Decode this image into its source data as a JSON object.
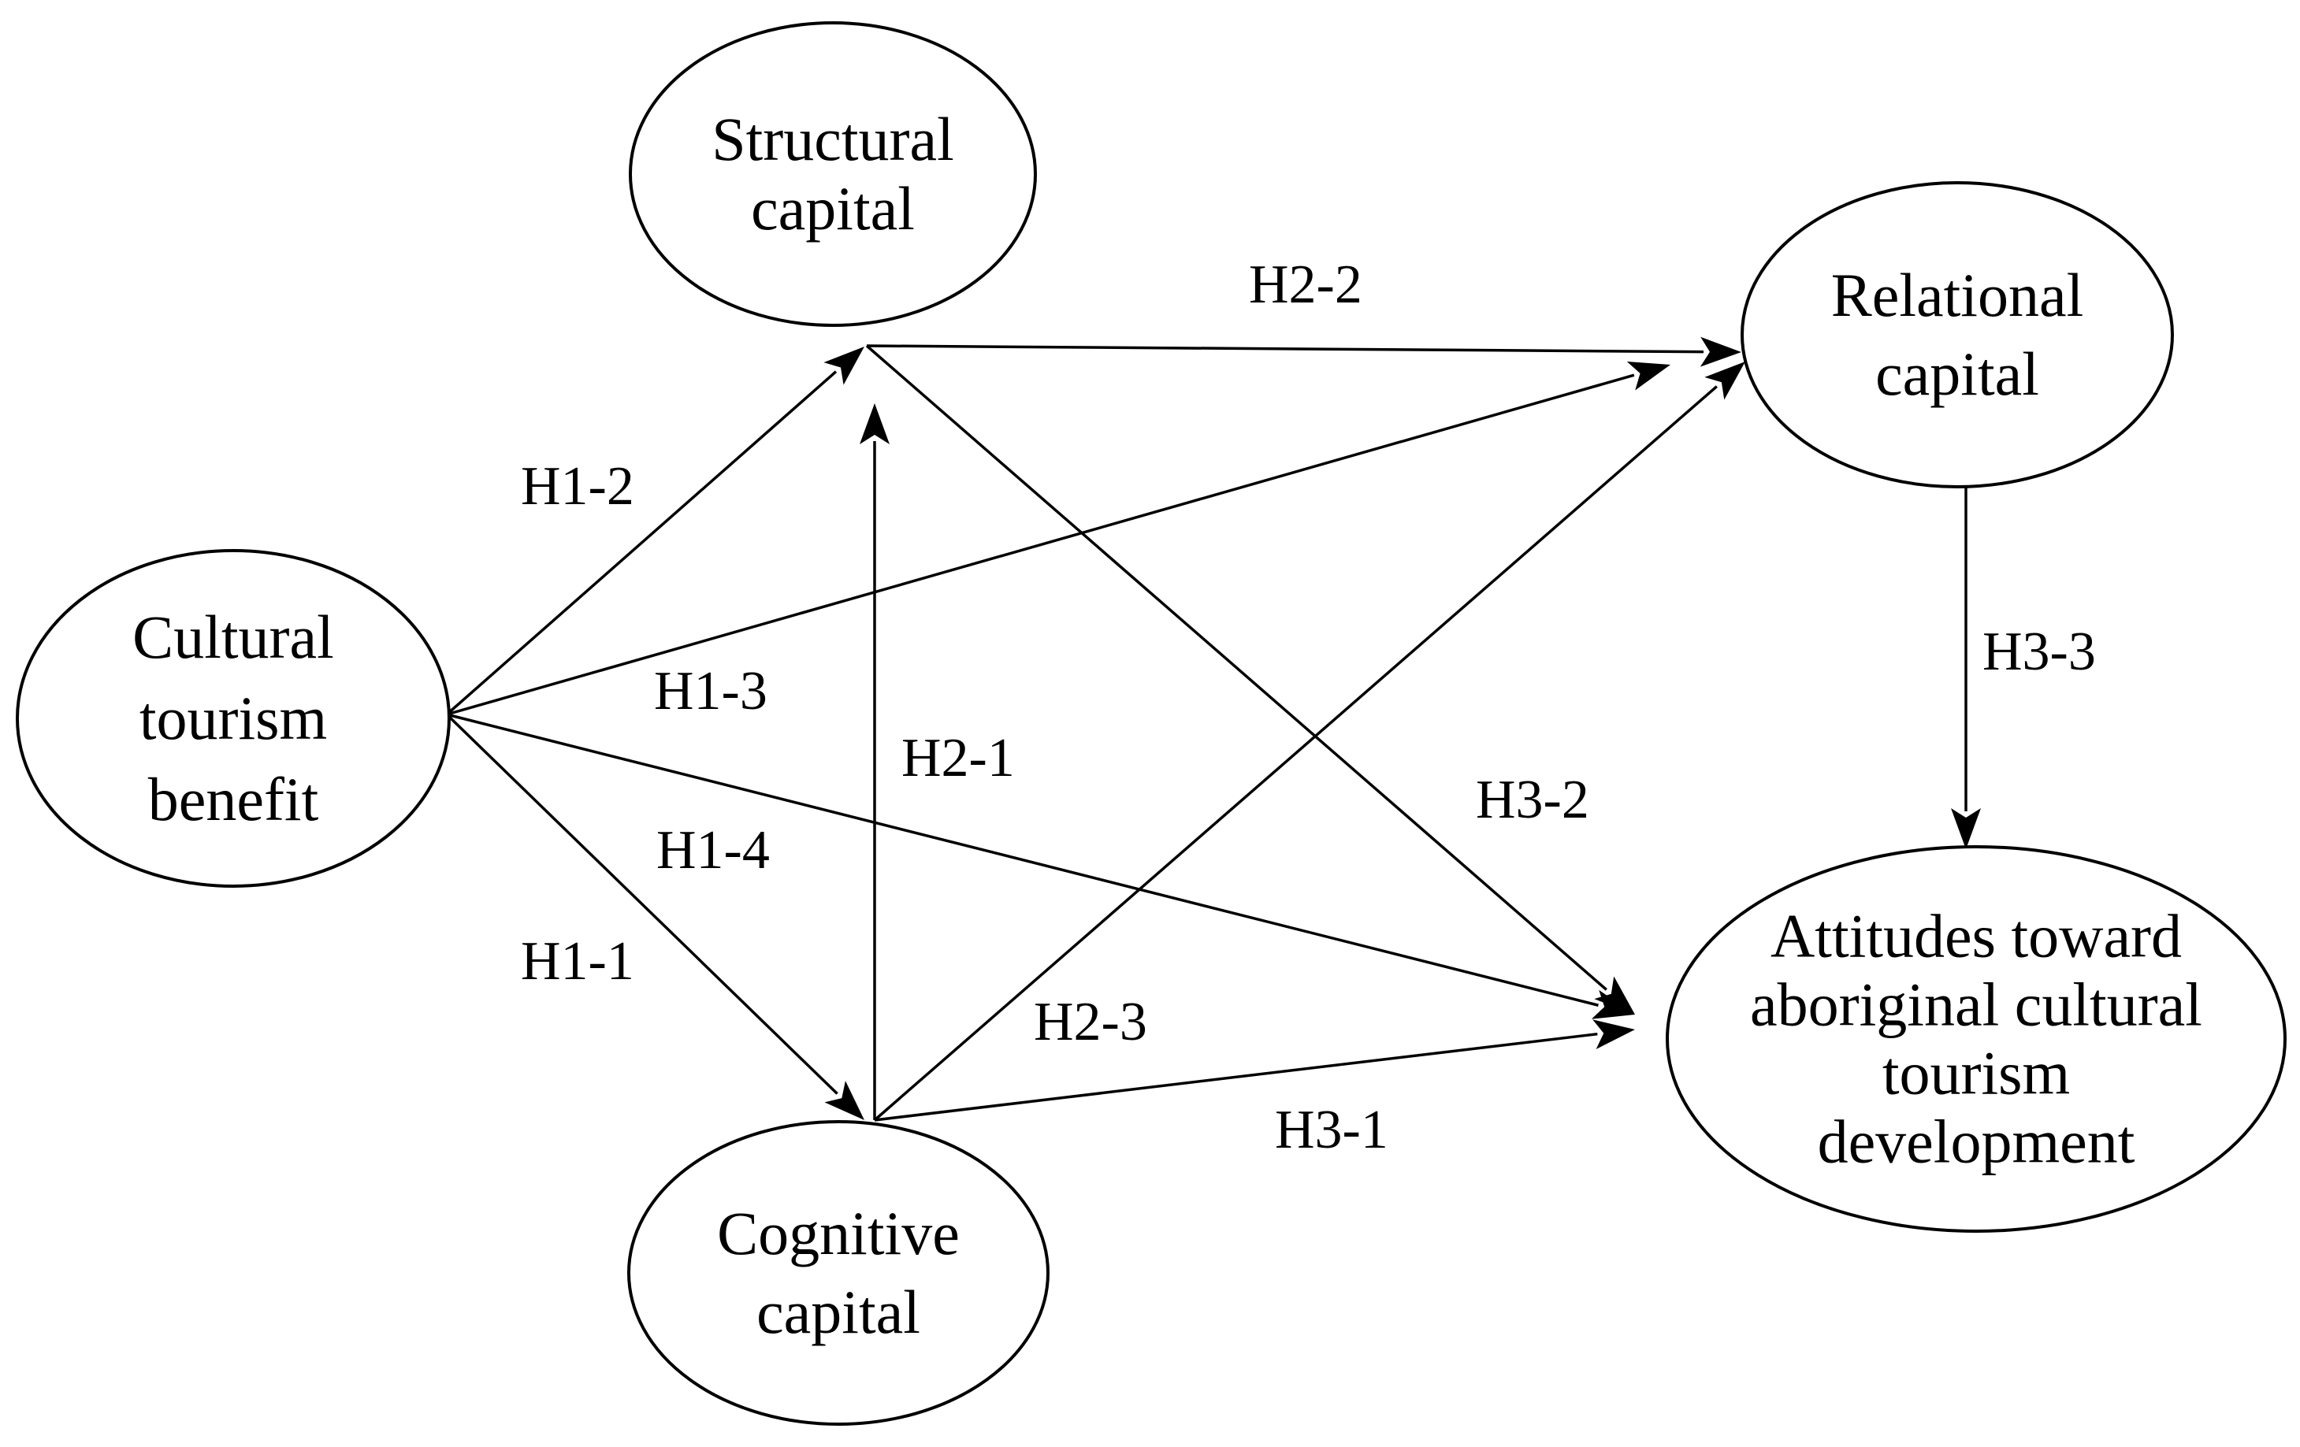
{
  "diagram": {
    "nodes": [
      {
        "id": "structural",
        "lines": [
          "Structural",
          "capital"
        ]
      },
      {
        "id": "relational",
        "lines": [
          "Relational",
          "capital"
        ]
      },
      {
        "id": "cultural",
        "lines": [
          "Cultural",
          "tourism",
          "benefit"
        ]
      },
      {
        "id": "cognitive",
        "lines": [
          "Cognitive",
          "capital"
        ]
      },
      {
        "id": "attitudes",
        "lines": [
          "Attitudes toward",
          "aboriginal cultural",
          "tourism",
          "development"
        ]
      }
    ],
    "edges": [
      {
        "id": "h1-1",
        "from": "cultural",
        "to": "cognitive",
        "label": "H1-1"
      },
      {
        "id": "h1-2",
        "from": "cultural",
        "to": "structural",
        "label": "H1-2"
      },
      {
        "id": "h1-3",
        "from": "cultural",
        "to": "relational",
        "label": "H1-3"
      },
      {
        "id": "h1-4",
        "from": "cultural",
        "to": "attitudes",
        "label": "H1-4"
      },
      {
        "id": "h2-1",
        "from": "cognitive",
        "to": "structural",
        "label": "H2-1"
      },
      {
        "id": "h2-2",
        "from": "structural",
        "to": "relational",
        "label": "H2-2"
      },
      {
        "id": "h2-3",
        "from": "cognitive",
        "to": "relational",
        "label": "H2-3"
      },
      {
        "id": "h3-1",
        "from": "cognitive",
        "to": "attitudes",
        "label": "H3-1"
      },
      {
        "id": "h3-2",
        "from": "structural",
        "to": "attitudes",
        "label": "H3-2"
      },
      {
        "id": "h3-3",
        "from": "relational",
        "to": "attitudes",
        "label": "H3-3"
      }
    ]
  }
}
